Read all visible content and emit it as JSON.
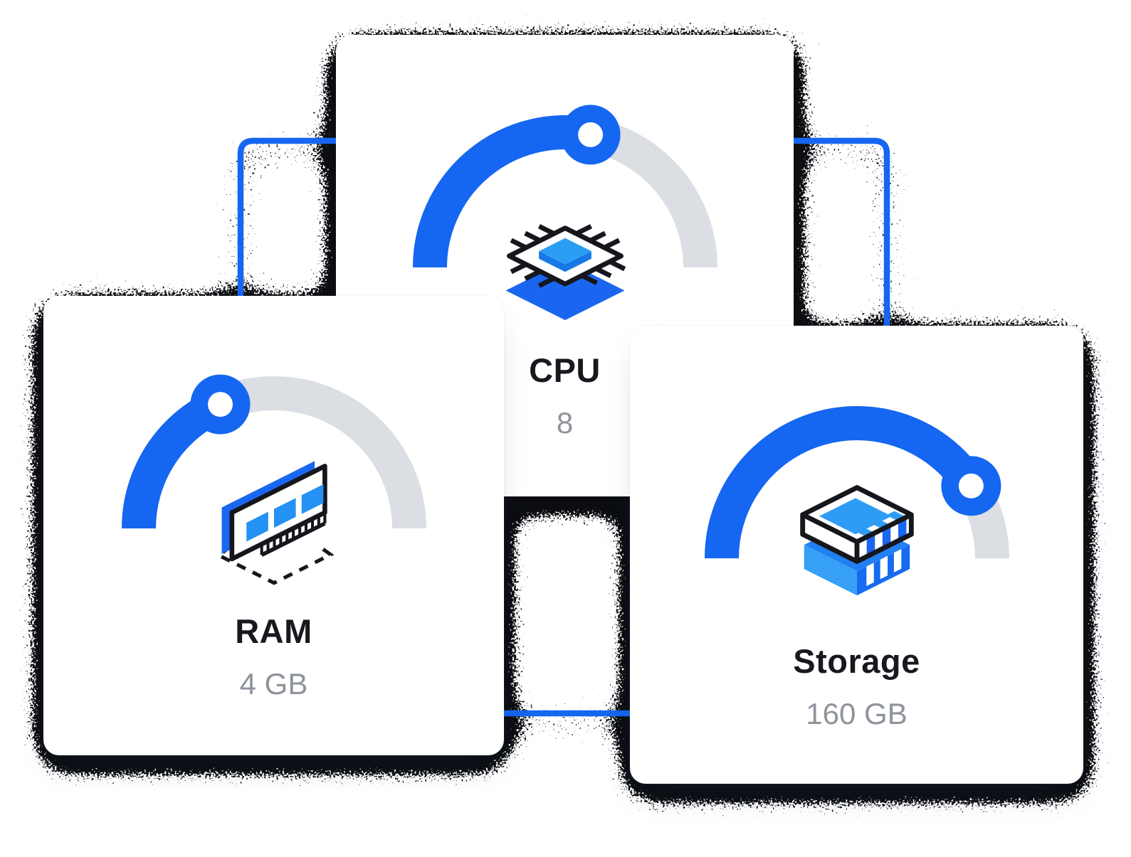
{
  "colors": {
    "accent_blue": "#1566F1",
    "icon_blue_primary": "#1B66F0",
    "icon_blue_light": "#2E9CF5",
    "icon_blue_bevel": "#1878E6",
    "gauge_track": "#DBDEE3",
    "card_background": "#FFFFFF",
    "label_text": "#17191E",
    "value_text": "#8E939B",
    "shadow_ink": "#0B0D11"
  },
  "cards": [
    {
      "id": "cpu",
      "label": "CPU",
      "value": "8",
      "icon": "cpu-chip-icon",
      "gauge_percent": 56
    },
    {
      "id": "ram",
      "label": "RAM",
      "value": "4 GB",
      "icon": "ram-stick-icon",
      "gauge_percent": 37
    },
    {
      "id": "storage",
      "label": "Storage",
      "value": "160 GB",
      "icon": "storage-drive-icon",
      "gauge_percent": 82
    }
  ],
  "chart_data": [
    {
      "type": "gauge",
      "title": "CPU",
      "value": 8,
      "unit": "",
      "percent": 56,
      "shape": "semicircle",
      "filled_color": "#1566F1",
      "track_color": "#DBDEE3"
    },
    {
      "type": "gauge",
      "title": "RAM",
      "value": 4,
      "unit": "GB",
      "percent": 37,
      "shape": "semicircle",
      "filled_color": "#1566F1",
      "track_color": "#DBDEE3"
    },
    {
      "type": "gauge",
      "title": "Storage",
      "value": 160,
      "unit": "GB",
      "percent": 82,
      "shape": "semicircle",
      "filled_color": "#1566F1",
      "track_color": "#DBDEE3"
    }
  ]
}
